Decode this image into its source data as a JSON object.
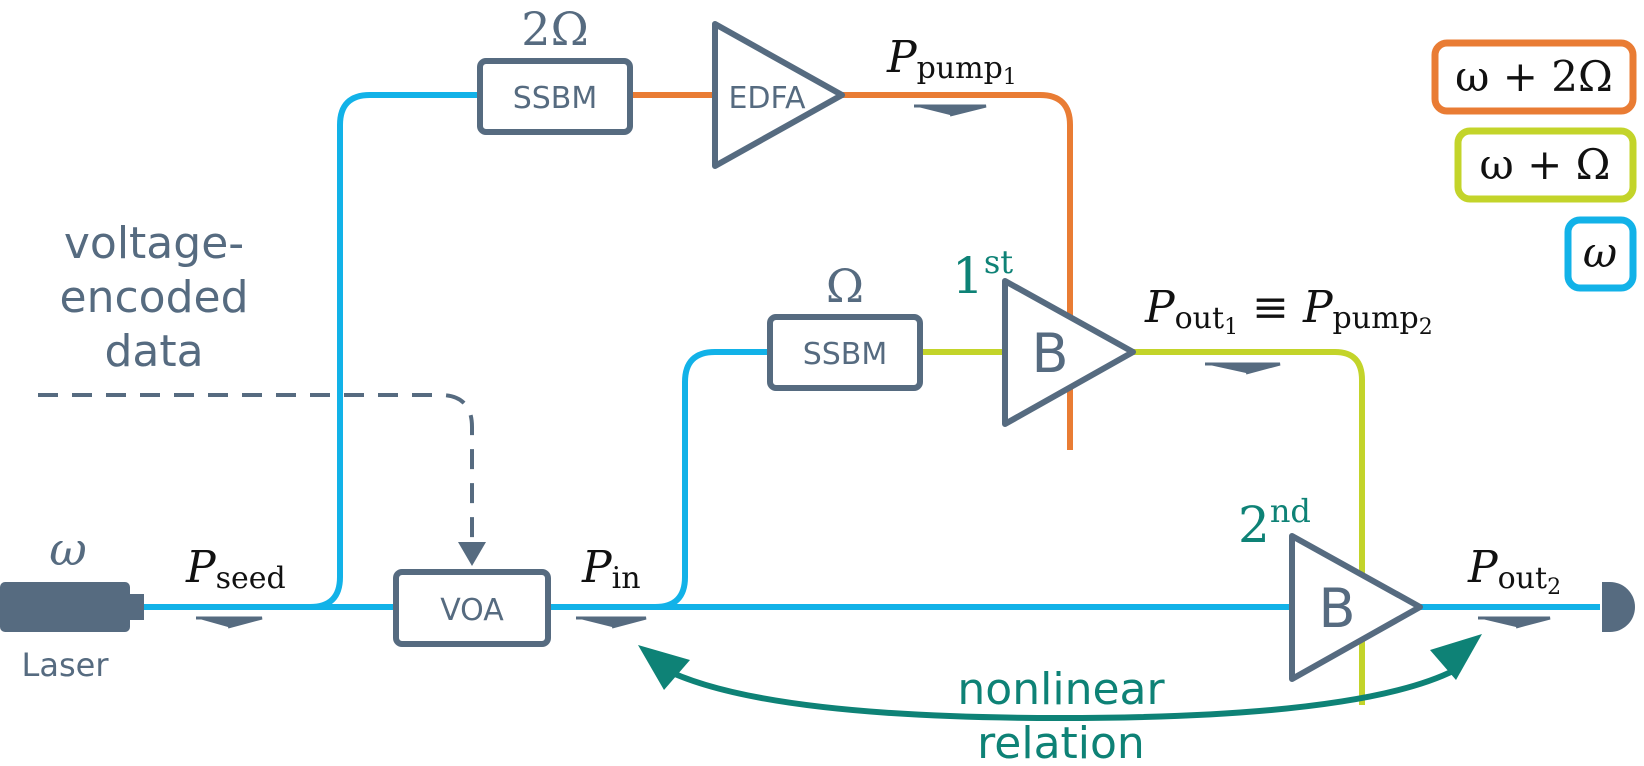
{
  "colors": {
    "slate": "#566b80",
    "omega": "#12b2e8",
    "omega_plus_omega": "#c3d42a",
    "omega_plus_two_omega": "#e97c34",
    "teal": "#0e8276",
    "text_dark": "#111111"
  },
  "legend": {
    "w2": "ω + 2Ω",
    "w1": "ω + Ω",
    "w0": "ω"
  },
  "source": {
    "freq": "ω",
    "label": "Laser"
  },
  "data_input": {
    "line1": "voltage-",
    "line2": "encoded",
    "line3": "data"
  },
  "modulators": {
    "top": {
      "name": "SSBM",
      "shift": "2Ω"
    },
    "mid": {
      "name": "SSBM",
      "shift": "Ω"
    }
  },
  "edfa": {
    "name": "EDFA"
  },
  "voa": {
    "name": "VOA"
  },
  "amplifiers": {
    "first": {
      "name": "B",
      "order": "1",
      "suffix": "st"
    },
    "second": {
      "name": "B",
      "order": "2",
      "suffix": "nd"
    }
  },
  "powers": {
    "P_symbol": "P",
    "seed_sub": "seed",
    "in_sub": "in",
    "pump1_sub": "pump",
    "pump1_subsub": "1",
    "out1_sub": "out",
    "out1_subsub": "1",
    "equiv": "≡",
    "pump2_sub": "pump",
    "pump2_subsub": "2",
    "out2_sub": "out",
    "out2_subsub": "2"
  },
  "relation": {
    "line1": "nonlinear",
    "line2": "relation"
  }
}
